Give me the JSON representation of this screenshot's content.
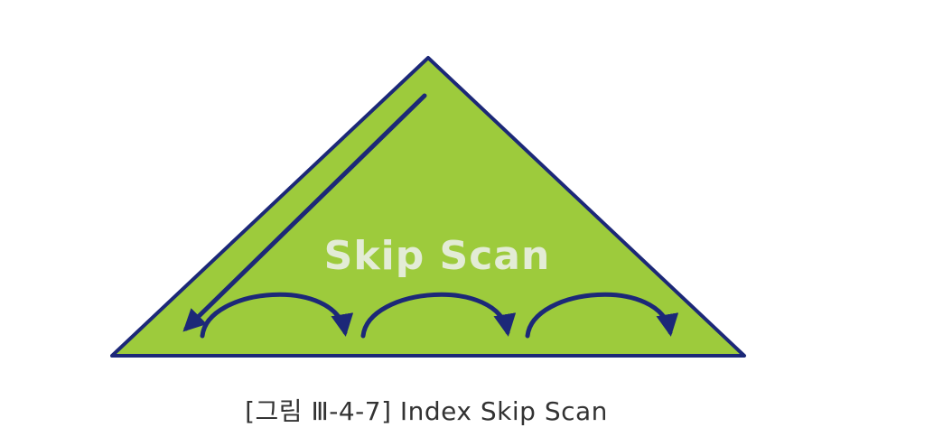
{
  "diagram": {
    "inner_label": "Skip Scan",
    "caption": "[그림 Ⅲ-4-7] Index Skip Scan",
    "colors": {
      "triangle_fill": "#9dcb3c",
      "triangle_stroke": "#1c2878",
      "arrow": "#1c2878",
      "inner_label": "#e3ecd6",
      "caption": "#333333"
    },
    "icons": [
      "descend-arrow",
      "skip-arrow",
      "skip-arrow",
      "skip-arrow"
    ]
  }
}
